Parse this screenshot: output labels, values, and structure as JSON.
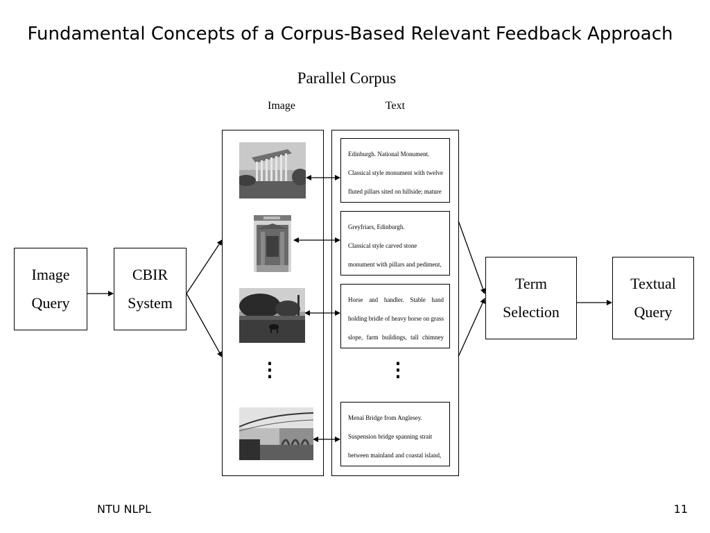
{
  "slide": {
    "title": "Fundamental Concepts of a Corpus-Based Relevant Feedback Approach",
    "footer_left": "NTU NLPL",
    "page_number": "11"
  },
  "diagram": {
    "image_query": [
      "Image",
      "Query"
    ],
    "cbir_system": [
      "CBIR",
      "System"
    ],
    "term_selection": [
      "Term",
      "Selection"
    ],
    "textual_query": [
      "Textual",
      "Query"
    ],
    "parallel_corpus": {
      "title": "Parallel Corpus",
      "image_column_label": "Image",
      "text_column_label": "Text",
      "ellipsis": "⋮",
      "entries": [
        {
          "image_icon": "monument-photo",
          "lines": [
            "Edinburgh. National Monument.",
            "Classical style monument with twelve",
            "fluted pillars sited on hillside; mature"
          ]
        },
        {
          "image_icon": "carved-stone-photo",
          "lines": [
            "Greyfriars, Edinburgh.",
            "Classical style carved stone",
            "monument with pillars and pediment,"
          ]
        },
        {
          "image_icon": "horse-farm-photo",
          "lines": [
            "Horse and handler. Stable hand",
            "holding bridle of heavy horse on grass",
            "slope, farm buildings, tall chimney"
          ]
        },
        {
          "image_icon": "suspension-bridge-photo",
          "lines": [
            "Menai Bridge from Anglesey.",
            "Suspension bridge spanning strait",
            "between mainland and coastal island,"
          ]
        }
      ]
    }
  }
}
